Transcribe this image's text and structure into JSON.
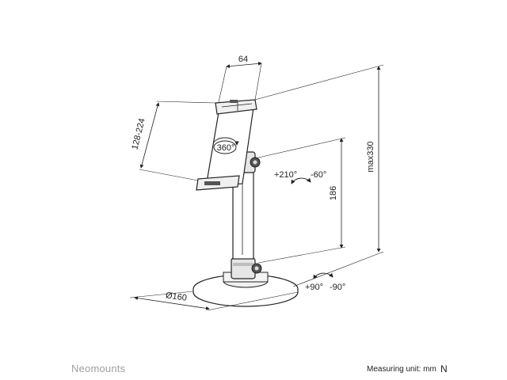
{
  "dimensions": {
    "width": "64",
    "clamp_range": "128-224",
    "rotation": "360°",
    "tilt_up": "+210°",
    "tilt_down": "-60°",
    "pole_height": "186",
    "max_height": "max330",
    "base_rotate_pos": "+90°",
    "base_rotate_neg": "-90°",
    "base_diameter": "Ø160"
  },
  "footer": {
    "brand": "Neomounts",
    "unit_label": "Measuring unit: mm",
    "unit_mark": "N"
  }
}
